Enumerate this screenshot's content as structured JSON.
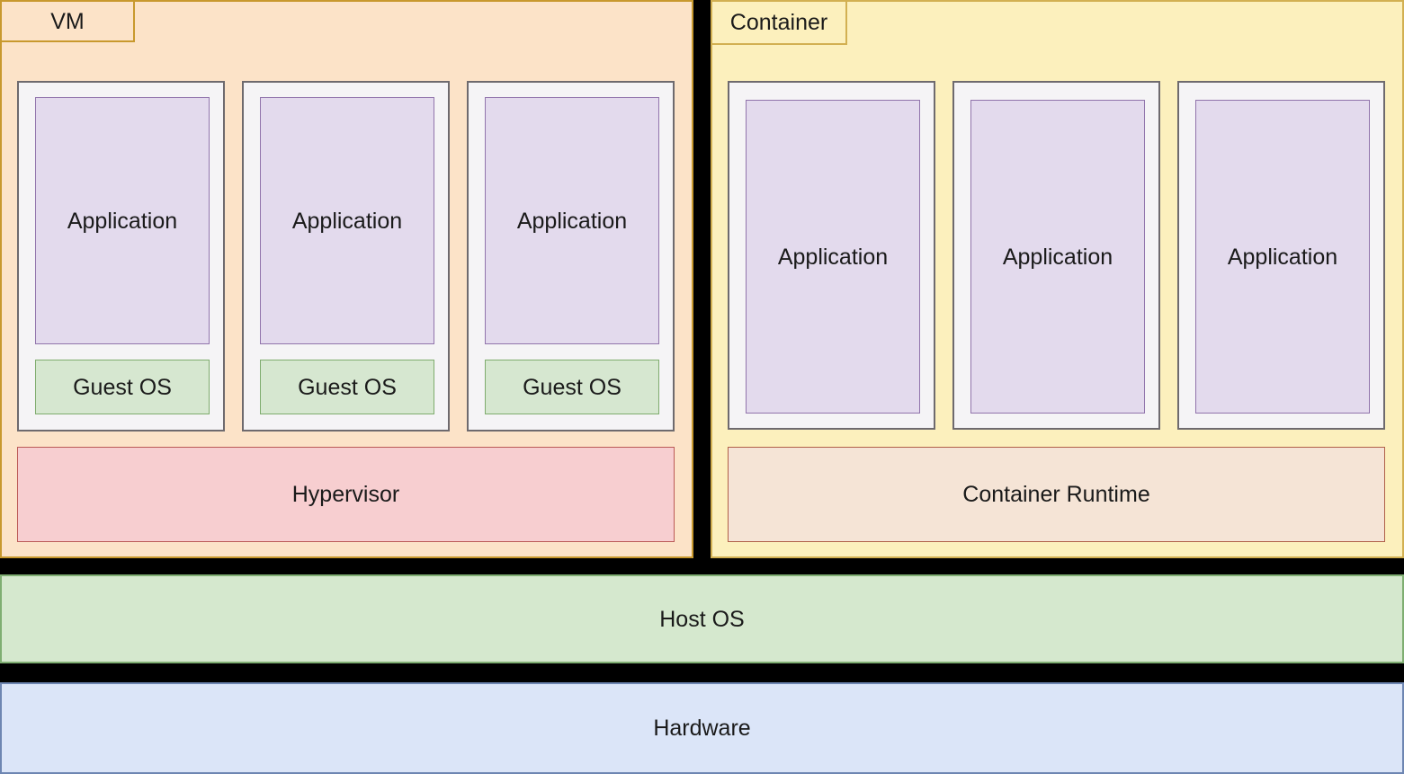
{
  "colors": {
    "background": "#000000",
    "vm_panel_fill": "#FCE3C8",
    "vm_panel_border": "#C8992E",
    "container_panel_fill": "#FCF0BD",
    "container_panel_border": "#D2B052",
    "machine_box_fill": "#F5F4F6",
    "machine_box_border": "#6E6A6E",
    "application_fill": "#E3DAED",
    "application_border": "#9174AC",
    "guest_os_fill": "#D6E7D0",
    "guest_os_border": "#7FAC6E",
    "hypervisor_fill": "#F7CED0",
    "hypervisor_border": "#BB5A57",
    "runtime_fill": "#F5E4D6",
    "runtime_border": "#B06048",
    "host_os_fill": "#D5E8CE",
    "host_os_border": "#7FAE72",
    "hardware_fill": "#DBE5F8",
    "hardware_border": "#6E86B2",
    "text": "#1A1A1A"
  },
  "vm": {
    "label": "VM",
    "machines": [
      {
        "application": "Application",
        "guest_os": "Guest OS"
      },
      {
        "application": "Application",
        "guest_os": "Guest OS"
      },
      {
        "application": "Application",
        "guest_os": "Guest OS"
      }
    ],
    "hypervisor": "Hypervisor"
  },
  "container": {
    "label": "Container",
    "containers": [
      {
        "application": "Application"
      },
      {
        "application": "Application"
      },
      {
        "application": "Application"
      }
    ],
    "runtime": "Container Runtime"
  },
  "layers": {
    "host_os": "Host OS",
    "hardware": "Hardware"
  }
}
